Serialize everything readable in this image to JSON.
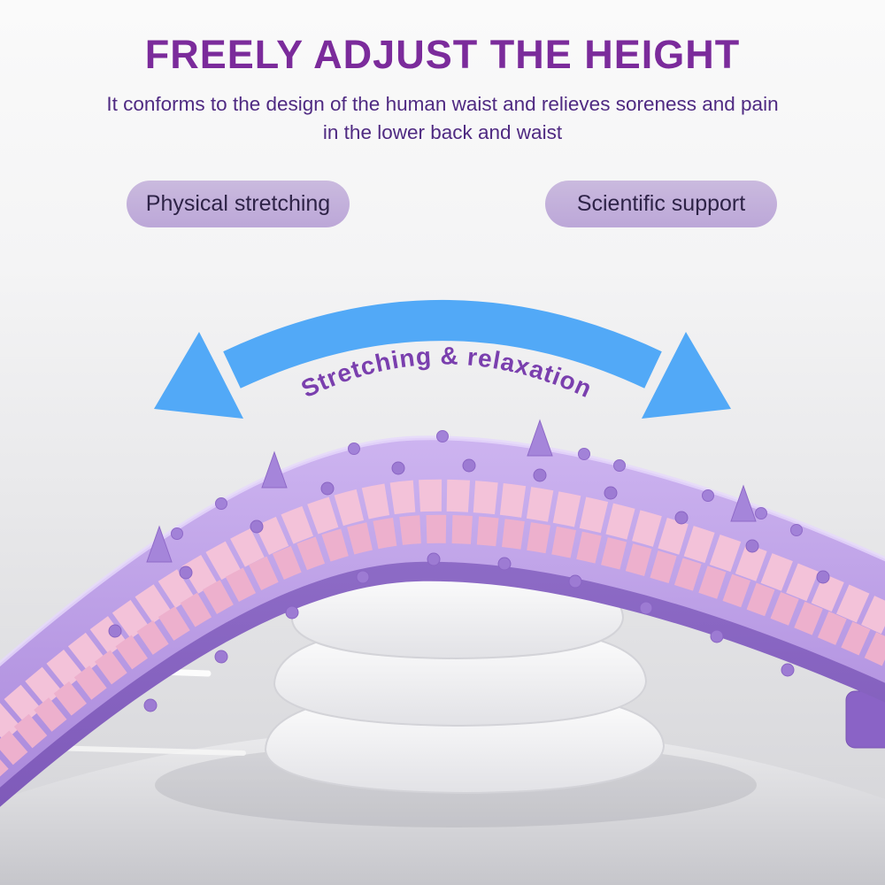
{
  "header": {
    "title": "FREELY ADJUST THE HEIGHT",
    "subtitle_line1": "It conforms to the design of the human waist and relieves soreness and pain",
    "subtitle_line2": "in the lower back and waist"
  },
  "badges": [
    {
      "label": "Physical stretching"
    },
    {
      "label": "Scientific support"
    }
  ],
  "arrow": {
    "label": "Stretching & relaxation"
  },
  "product": {
    "name": "back-stretcher",
    "parts": [
      "purple arched massage board",
      "pink roller strip",
      "folding white height support",
      "gray base"
    ]
  },
  "colors": {
    "title_purple": "#7b2b9b",
    "subtitle_purple": "#4f2a82",
    "badge_bg": "#c3b0dc",
    "badge_text": "#2e2347",
    "arrow_blue": "#52a9f7",
    "arc_text_purple": "#7a3fae",
    "product_purple": "#b194e2",
    "product_pink": "#f3c2d9"
  }
}
